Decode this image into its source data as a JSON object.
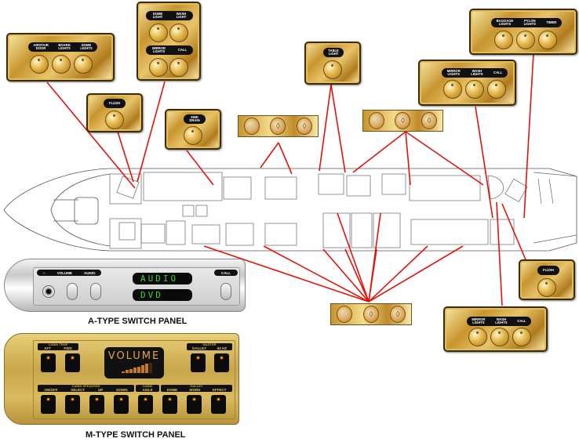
{
  "panels": {
    "airstair": {
      "labels": [
        "AIRSTAIR\nDOOR",
        "BOARD\nLIGHTS",
        "DOME\nLIGHTS"
      ]
    },
    "fwd_lav_top": {
      "labels": [
        "DOME\nLIGHT",
        "WASH\nLIGHT"
      ]
    },
    "fwd_lav_bottom": {
      "labels": [
        "MIRROR\nLIGHTS",
        "CALL"
      ]
    },
    "flush_fwd": {
      "labels": [
        "FLUSH"
      ]
    },
    "sink_drain": {
      "labels": [
        "SINK\nDRAIN"
      ]
    },
    "table_light": {
      "labels": [
        "TABLE\nLIGHT"
      ]
    },
    "baggage": {
      "labels": [
        "BAGGAGE\nLIGHTS",
        "PYLON\nLIGHTS",
        "TIMER"
      ]
    },
    "aft_lav_upper": {
      "labels": [
        "MIRROR\nLIGHTS",
        "WASH\nLIGHTS",
        "CALL"
      ]
    },
    "flush_aft": {
      "labels": [
        "FLUSH"
      ]
    },
    "aft_lav_lower": {
      "labels": [
        "MIRROR\nLIGHTS",
        "WASH\nLIGHTS",
        "CALL"
      ]
    }
  },
  "icon_strips": {
    "icons": [
      "person-call-icon",
      "reading-light-icon",
      "reading-light-icon"
    ]
  },
  "a_type": {
    "caption": "A-TYPE SWITCH PANEL",
    "labels": {
      "headphone": "",
      "volume": "VOLUME",
      "audio": "AUDIO",
      "call": "CALL"
    },
    "display_line1": "AUDIO",
    "display_line2": "DVD"
  },
  "m_type": {
    "caption": "M-TYPE SWITCH PANEL",
    "display": "VOLUME",
    "volume_level": 0.85,
    "cabin_temp": {
      "title": "CABIN TEMP",
      "labels": [
        "AFT",
        "FWD"
      ]
    },
    "master": {
      "title": "MASTER",
      "labels": [
        "GALLEY",
        "60 HZ"
      ]
    },
    "bottom_groups": [
      {
        "title": "CABIN SPEAKERS",
        "labels": [
          "ON/OFF",
          "SELECT",
          "UP",
          "DOWN"
        ]
      },
      {
        "title": "CABIN",
        "labels": [
          "AISLE"
        ]
      },
      {
        "title": "GALLEY",
        "labels": [
          "DOME",
          "WORK",
          "EFFECT"
        ]
      }
    ]
  },
  "colors": {
    "leader_line": "#e0140c",
    "lcd_green": "#3bd13b",
    "led_orange": "#ff9a1a"
  }
}
